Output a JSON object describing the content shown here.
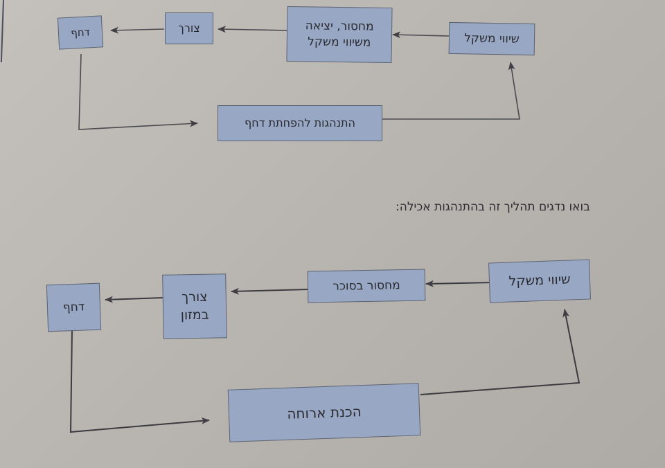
{
  "diagram_top": {
    "nodes": [
      {
        "id": "weight-change",
        "label": "שיווי משקל"
      },
      {
        "id": "deficit",
        "label": "מחסור, יציאה\nמשיווי משקל"
      },
      {
        "id": "need",
        "label": "צורך"
      },
      {
        "id": "drive",
        "label": "דחף"
      },
      {
        "id": "behavior",
        "label": "התנהגות להפחתת דחף"
      }
    ],
    "edges": [
      {
        "from": "weight-change",
        "to": "deficit"
      },
      {
        "from": "deficit",
        "to": "need"
      },
      {
        "from": "need",
        "to": "drive"
      },
      {
        "from": "drive",
        "to": "behavior"
      },
      {
        "from": "behavior",
        "to": "weight-change"
      }
    ]
  },
  "caption": "בואו נדגים תהליך זה בהתנהגות אכילה:",
  "diagram_bottom": {
    "nodes": [
      {
        "id": "weight-change",
        "label": "שיווי משקל"
      },
      {
        "id": "sugar-deficit",
        "label": "מחסור בסוכר"
      },
      {
        "id": "food-need",
        "label": "צורך\nבמזון"
      },
      {
        "id": "drive",
        "label": "דחף"
      },
      {
        "id": "dinner-prep",
        "label": "הכנת ארוחה"
      }
    ],
    "edges": [
      {
        "from": "weight-change",
        "to": "sugar-deficit"
      },
      {
        "from": "sugar-deficit",
        "to": "food-need"
      },
      {
        "from": "food-need",
        "to": "drive"
      },
      {
        "from": "drive",
        "to": "dinner-prep"
      },
      {
        "from": "dinner-prep",
        "to": "weight-change"
      }
    ]
  },
  "colors": {
    "box_fill": "#98a8c4",
    "box_border": "#5e6370",
    "line": "#3f3f45",
    "paper": "#bdb9b4"
  }
}
